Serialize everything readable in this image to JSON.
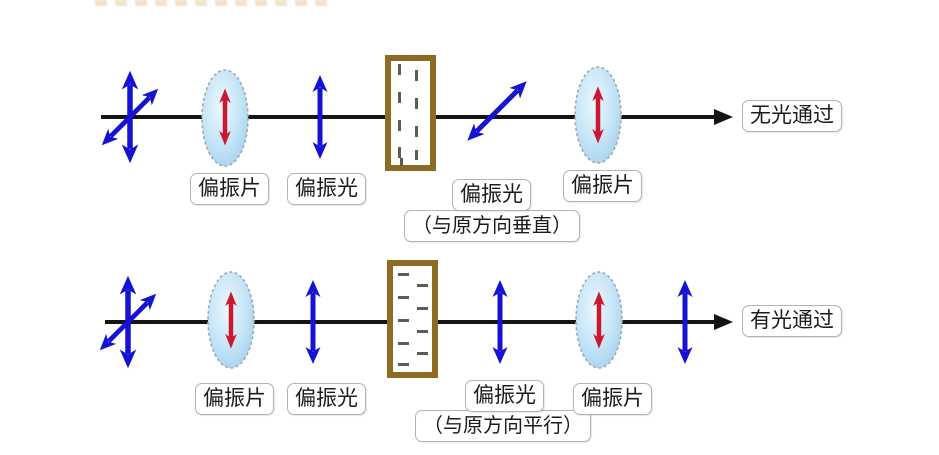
{
  "title_remnant": "",
  "colors": {
    "beam": "#141414",
    "blue_arrow": "#1512d4",
    "red_arrow": "#cd1731",
    "cell_border": "#8d6b22",
    "cell_dash": "#5e5c4e",
    "lens_fill_center": "#e9f6fd",
    "lens_fill_edge": "#9ccdec",
    "label_border": "#b3b3b3"
  },
  "icons": {
    "unpolarized_light": "crossed-double-arrows",
    "polarized_light": "vertical-double-arrow",
    "rotated_polarized_light": "diagonal-double-arrow",
    "polarizer_lens": "blue-ellipse-with-red-axis-arrow",
    "liquid_crystal_cell": "brown-rect-with-dashes",
    "beam": "black-line-with-arrowhead"
  },
  "top_row": {
    "labels": {
      "polarizer_left": "偏振片",
      "polarized_light": "偏振光",
      "after_cell_line1": "偏振光",
      "after_cell_line2": "（与原方向垂直）",
      "polarizer_right": "偏振片",
      "result": "无光通过"
    }
  },
  "bottom_row": {
    "labels": {
      "polarizer_left": "偏振片",
      "polarized_light": "偏振光",
      "after_cell_line1": "偏振光",
      "after_cell_line2": "（与原方向平行）",
      "polarizer_right": "偏振片",
      "result": "有光通过"
    }
  }
}
